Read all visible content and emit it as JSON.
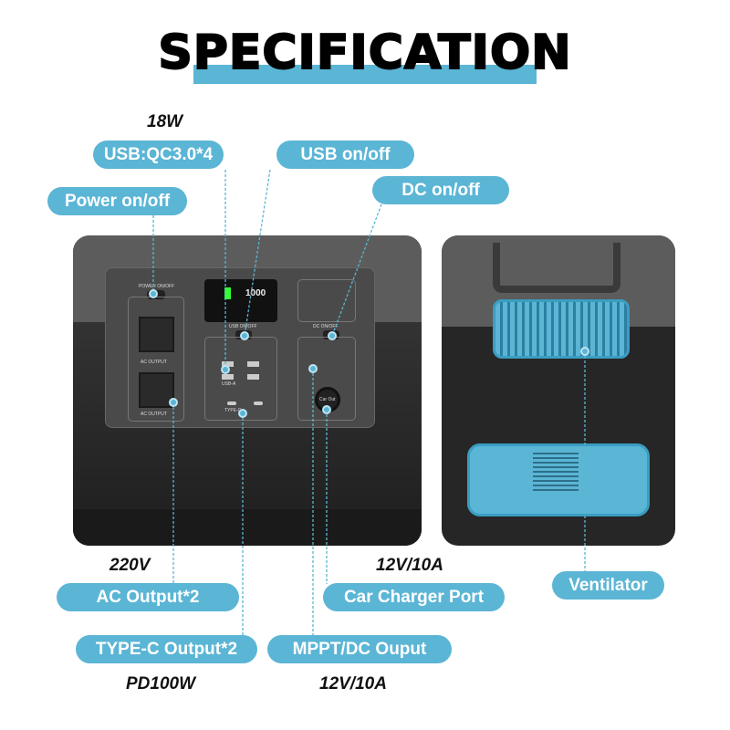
{
  "title": "SPECIFICATION",
  "labels": {
    "usb_qc": "USB:QC3.0*4",
    "usb_qc_spec": "18W",
    "usb_onoff": "USB on/off",
    "power_onoff": "Power on/off",
    "dc_onoff": "DC on/off",
    "ac_output": "AC Output*2",
    "ac_spec": "220V",
    "typec": "TYPE-C Output*2",
    "typec_spec": "PD100W",
    "car_charger": "Car Charger Port",
    "car_spec": "12V/10A",
    "mppt": "MPPT/DC Ouput",
    "mppt_spec": "12V/10A",
    "ventilator": "Ventilator"
  },
  "panel": {
    "power_onoff": "POWER ON/OFF",
    "ac_output_1": "AC OUTPUT",
    "ac_output_2": "AC OUTPUT",
    "usb_onoff": "USB ON/OFF",
    "dc_onoff": "DC ON/OFF",
    "car_out": "Car Out",
    "usb_a": "USB-A",
    "type_c": "TYPE-C",
    "display_value": "1000"
  },
  "colors": {
    "accent": "#5bb5d5",
    "body": "#2a2a2a",
    "band": "#5c5c5c"
  }
}
